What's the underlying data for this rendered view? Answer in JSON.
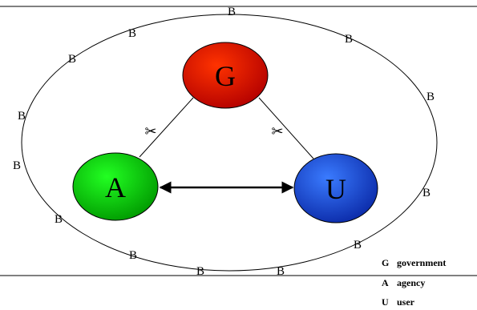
{
  "diagram": {
    "nodes": {
      "g": {
        "label": "G",
        "fill_top": "#ff3300",
        "fill_bottom": "#b30000"
      },
      "a": {
        "label": "A",
        "fill_top": "#22ff22",
        "fill_bottom": "#009900"
      },
      "u": {
        "label": "U",
        "fill_top": "#3a7bff",
        "fill_bottom": "#0b2aa8"
      }
    },
    "boundary_label": "B",
    "cut_icons": [
      "scissors-icon",
      "scissors-icon"
    ],
    "edges": [
      {
        "from": "G",
        "to": "A",
        "style": "cut"
      },
      {
        "from": "G",
        "to": "U",
        "style": "cut"
      },
      {
        "from": "A",
        "to": "U",
        "style": "bidirectional"
      }
    ]
  },
  "legend": [
    {
      "key": "G",
      "text": "government"
    },
    {
      "key": "A",
      "text": "agency"
    },
    {
      "key": "U",
      "text": "user"
    }
  ],
  "colors": {
    "line": "#000000",
    "background": "#ffffff"
  }
}
